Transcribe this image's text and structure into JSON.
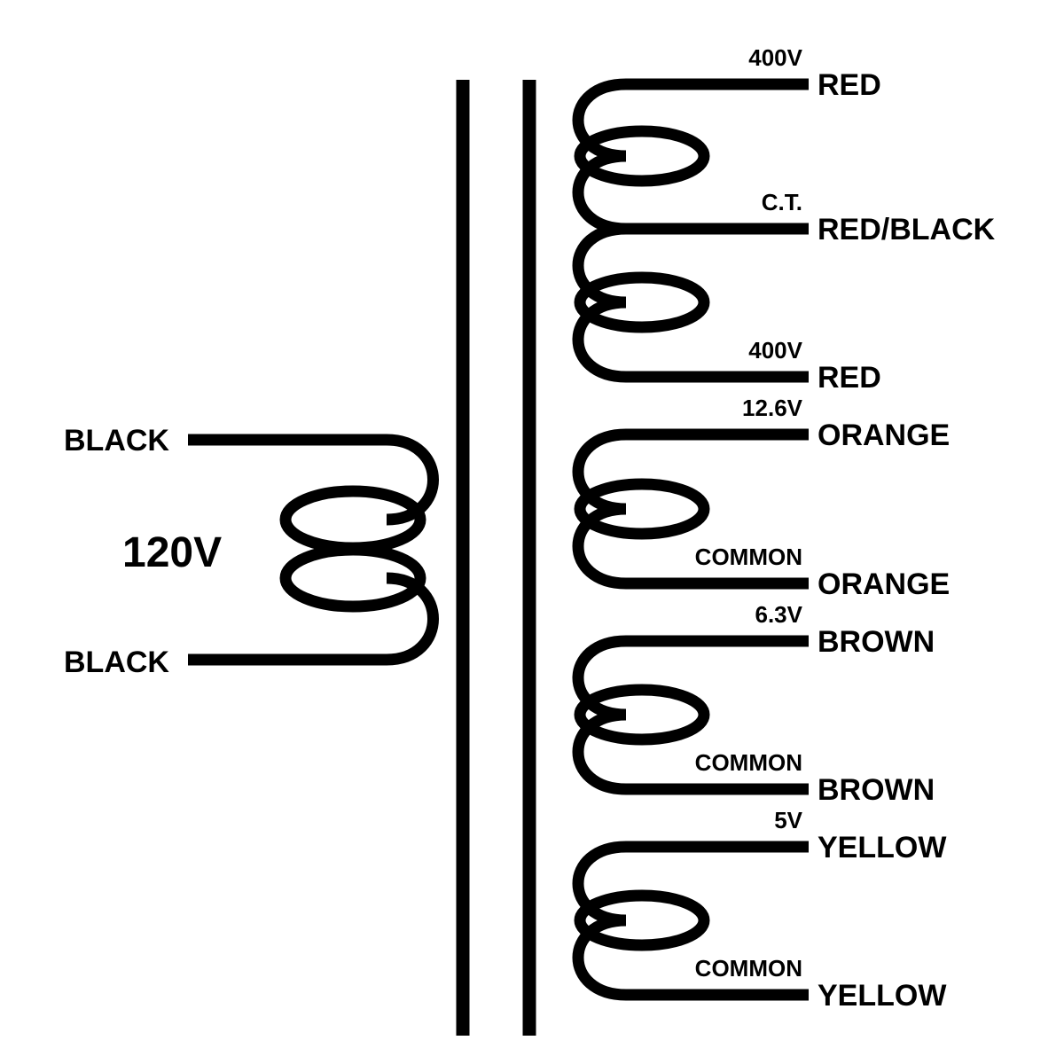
{
  "colors": {
    "ink": "#000000",
    "background": "#ffffff"
  },
  "primary": {
    "voltage": "120V",
    "top_lead": "BLACK",
    "bottom_lead": "BLACK"
  },
  "secondaries": [
    {
      "terminals": [
        {
          "tap": "400V",
          "wire": "RED"
        },
        {
          "tap": "C.T.",
          "wire": "RED/BLACK"
        },
        {
          "tap": "400V",
          "wire": "RED"
        }
      ]
    },
    {
      "terminals": [
        {
          "tap": "12.6V",
          "wire": "ORANGE"
        },
        {
          "tap": "COMMON",
          "wire": "ORANGE"
        }
      ]
    },
    {
      "terminals": [
        {
          "tap": "6.3V",
          "wire": "BROWN"
        },
        {
          "tap": "COMMON",
          "wire": "BROWN"
        }
      ]
    },
    {
      "terminals": [
        {
          "tap": "5V",
          "wire": "YELLOW"
        },
        {
          "tap": "COMMON",
          "wire": "YELLOW"
        }
      ]
    }
  ]
}
